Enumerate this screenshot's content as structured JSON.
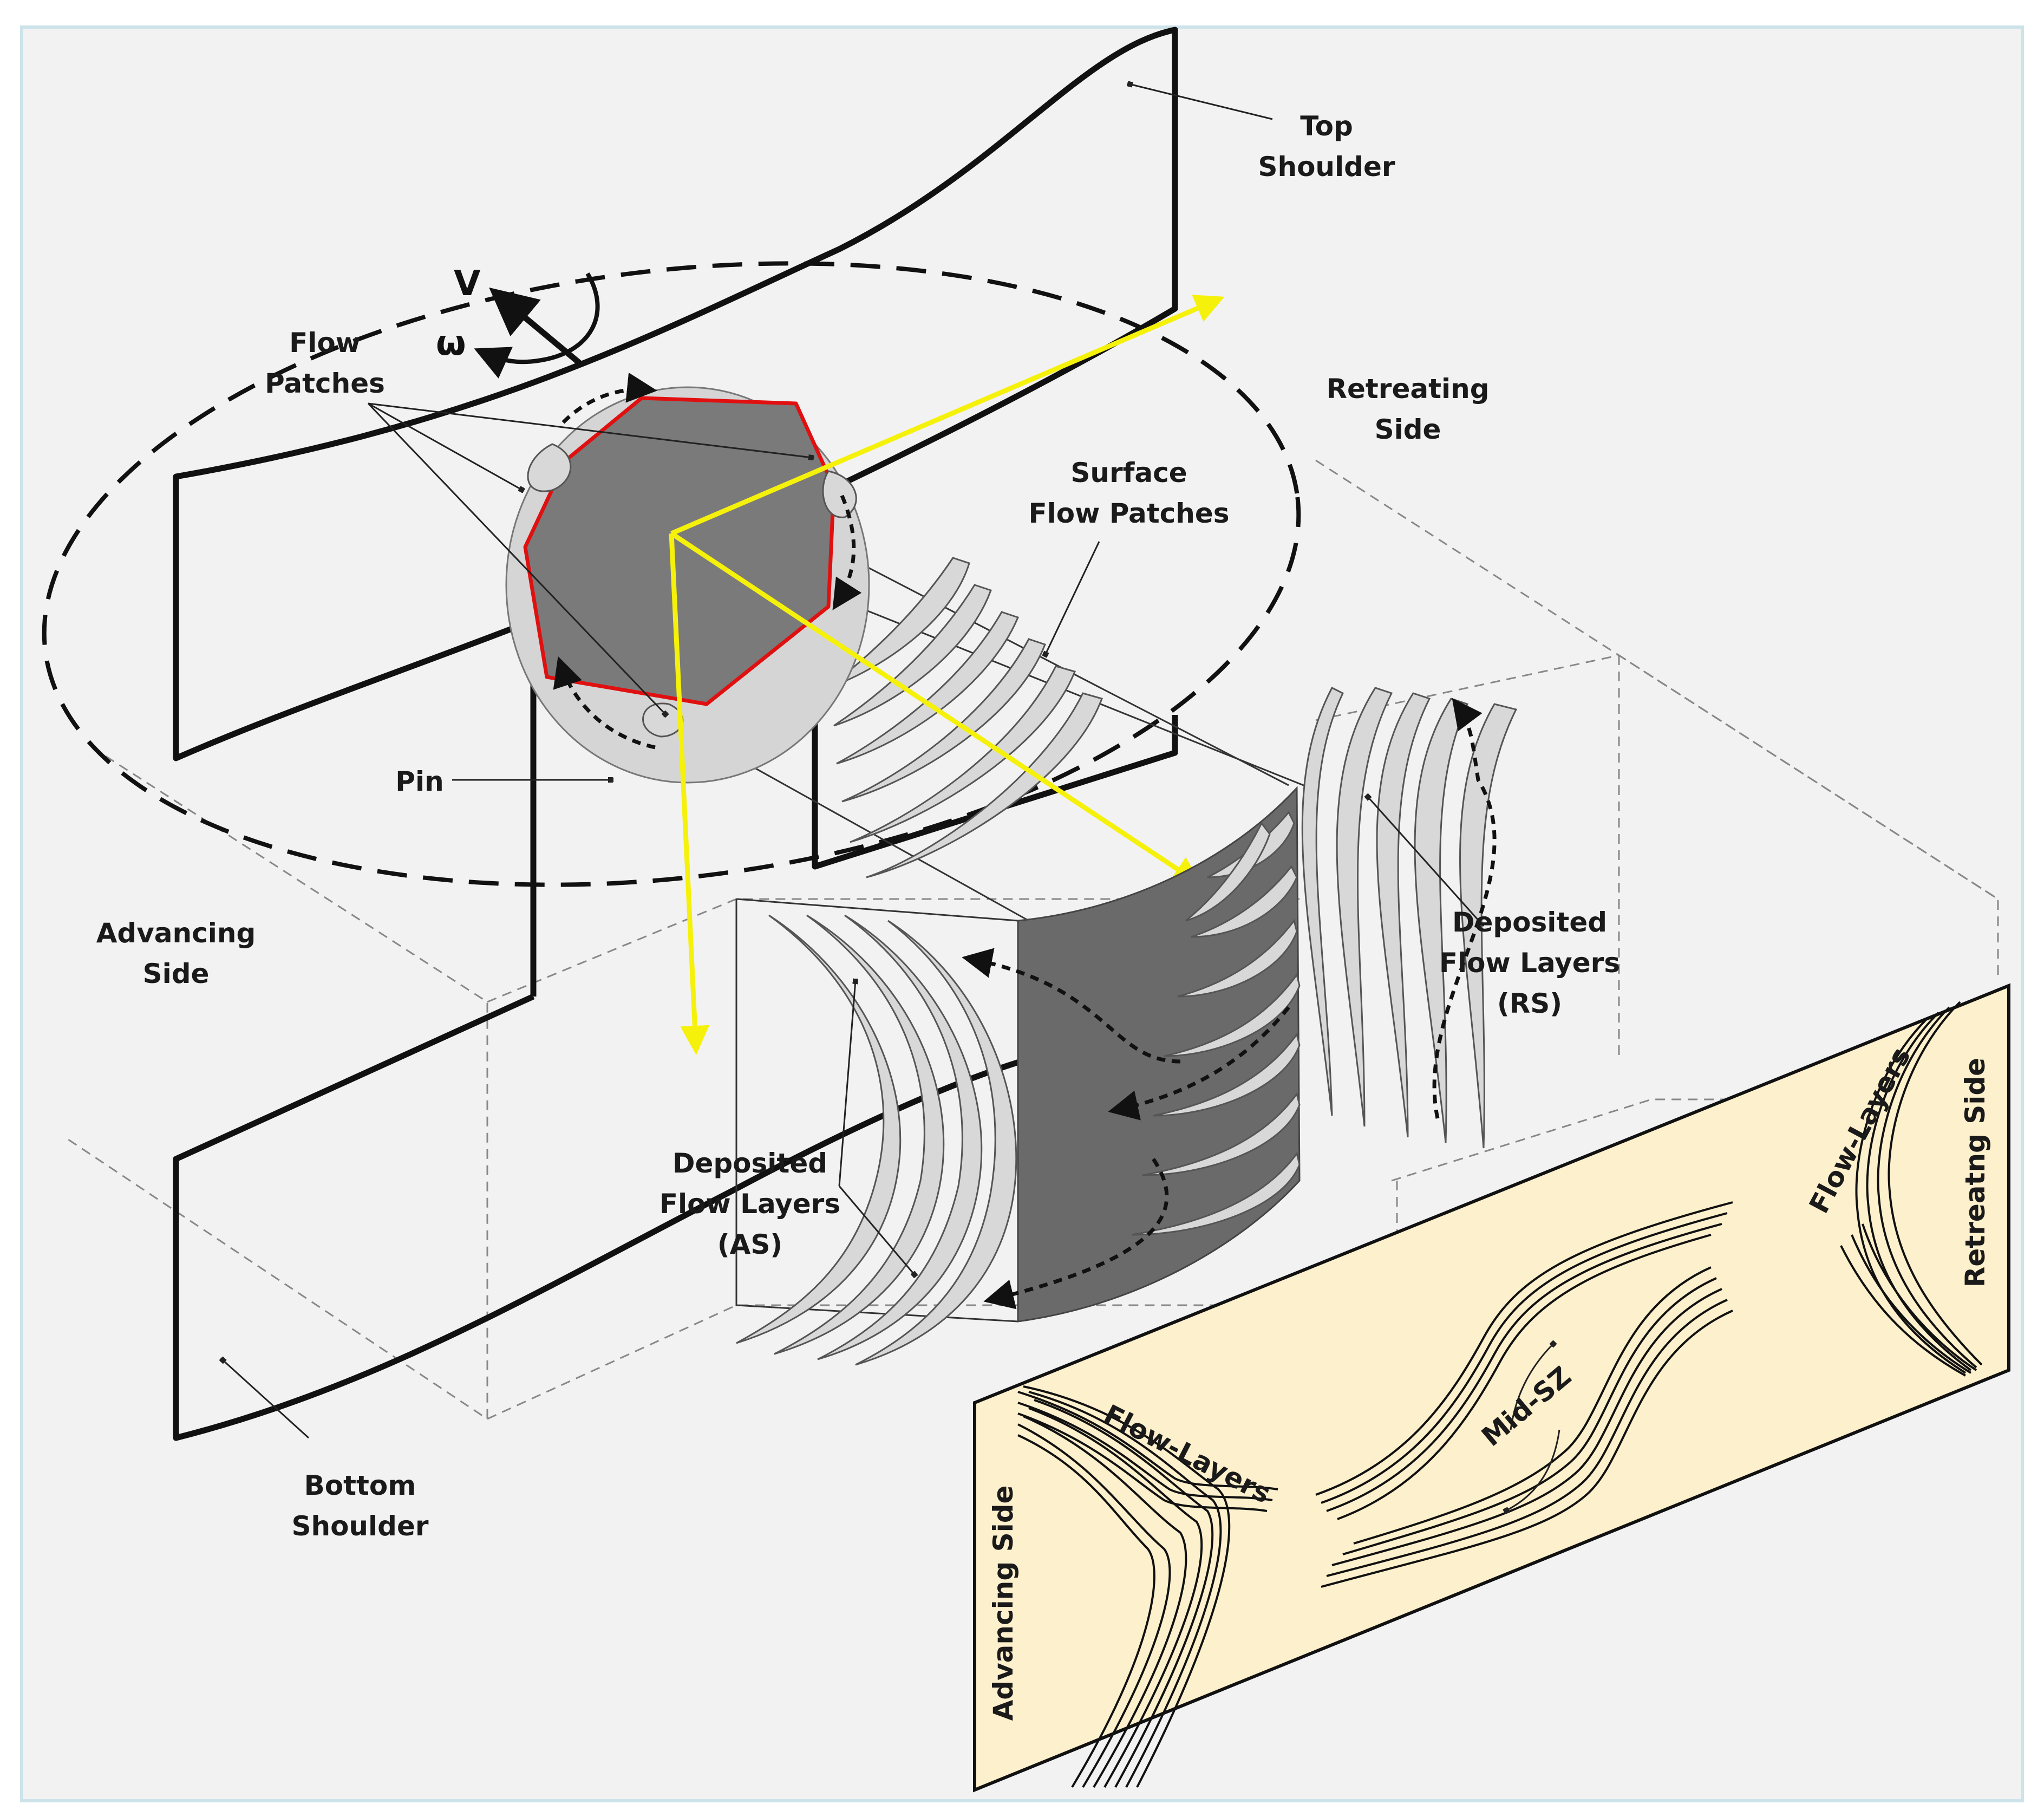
{
  "labels": {
    "top_shoulder": [
      "Top",
      "Shoulder"
    ],
    "bottom_shoulder": [
      "Bottom",
      "Shoulder"
    ],
    "flow_patches": [
      "Flow",
      "Patches"
    ],
    "surface_flow_patches": [
      "Surface",
      "Flow Patches"
    ],
    "retreating_side": [
      "Retreating",
      "Side"
    ],
    "advancing_side": [
      "Advancing",
      "Side"
    ],
    "pin": "Pin",
    "deposited_rs": [
      "Deposited",
      "Flow Layers",
      "(RS)"
    ],
    "deposited_as": [
      "Deposited",
      "Flow Layers",
      "(AS)"
    ],
    "velocity_symbol": "V",
    "omega_symbol": "ω"
  },
  "panel": {
    "flow_layers_left": "Flow-Layers",
    "flow_layers_right": "Flow-Layers",
    "mid_sz": "Mid-SZ",
    "advancing_side": "Advancing Side",
    "retreating_side": "Retreatng Side"
  },
  "colors": {
    "background": "#f2f2f2",
    "panel_fill": "#fdf0cc",
    "pin_fill": "#7a7a7a",
    "pin_outline": "#e01010",
    "yellow_axis": "#f5f10a",
    "patch_fill": "#d8d8d8"
  }
}
